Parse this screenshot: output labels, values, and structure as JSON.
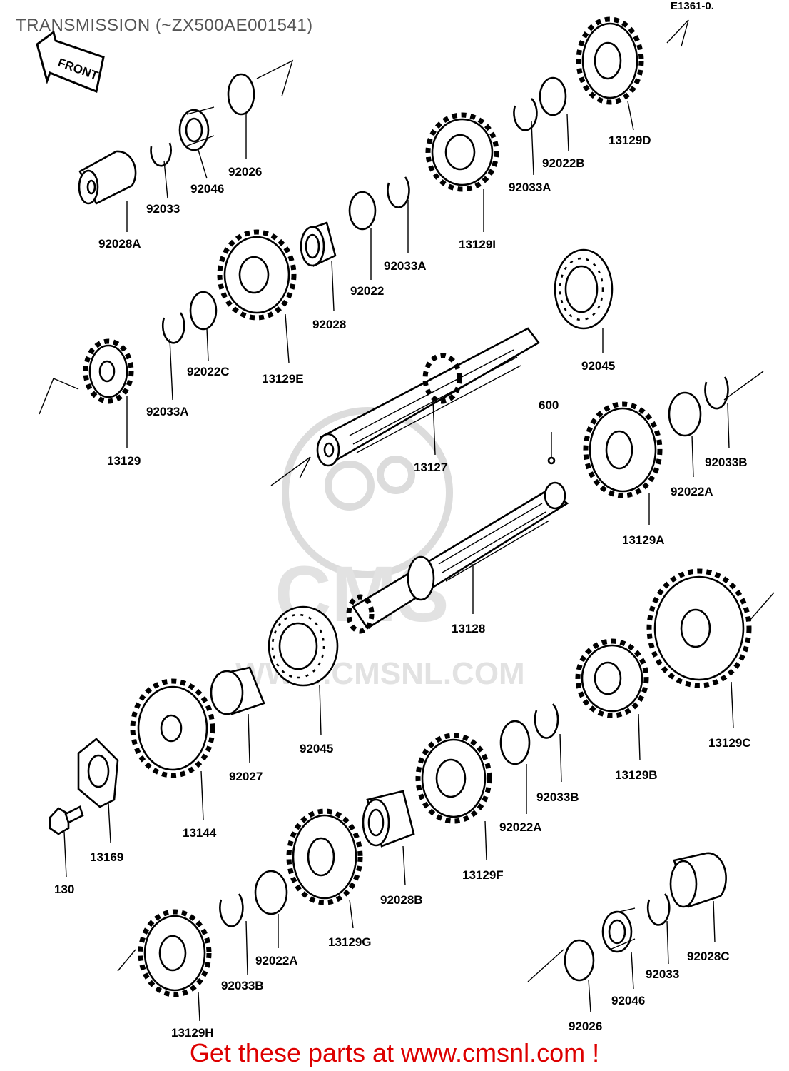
{
  "title": "TRANSMISSION (~ZX500AE001541)",
  "code_ref": "E1361-0.",
  "front_label": "FRONT",
  "watermark": {
    "brand": "CMS",
    "url": "WWW.CMSNL.COM"
  },
  "cta": "Get these parts at www.cmsnl.com !",
  "labels": {
    "p92028A": "92028A",
    "p92033_top": "92033",
    "p92046_top": "92046",
    "p92026_top": "92026",
    "p13129D": "13129D",
    "p92022B": "92022B",
    "p92033A_1": "92033A",
    "p13129I": "13129I",
    "p92033A_2": "92033A",
    "p92022": "92022",
    "p92028": "92028",
    "p13129E": "13129E",
    "p92022C": "92022C",
    "p92033A_3": "92033A",
    "p13129": "13129",
    "p92045_top": "92045",
    "p13127": "13127",
    "p600": "600",
    "p92033B_1": "92033B",
    "p92022A_1": "92022A",
    "p13129A": "13129A",
    "p13128": "13128",
    "p13129C": "13129C",
    "p13129B": "13129B",
    "p92033B_2": "92033B",
    "p92022A_2": "92022A",
    "p13129F": "13129F",
    "p92045_bottom": "92045",
    "p92027": "92027",
    "p13144": "13144",
    "p13169": "13169",
    "p130": "130",
    "p92028B": "92028B",
    "p13129G": "13129G",
    "p92022A_3": "92022A",
    "p92033B_3": "92033B",
    "p13129H": "13129H",
    "p92026_bottom": "92026",
    "p92046_bottom": "92046",
    "p92033_bottom": "92033",
    "p92028C": "92028C"
  }
}
